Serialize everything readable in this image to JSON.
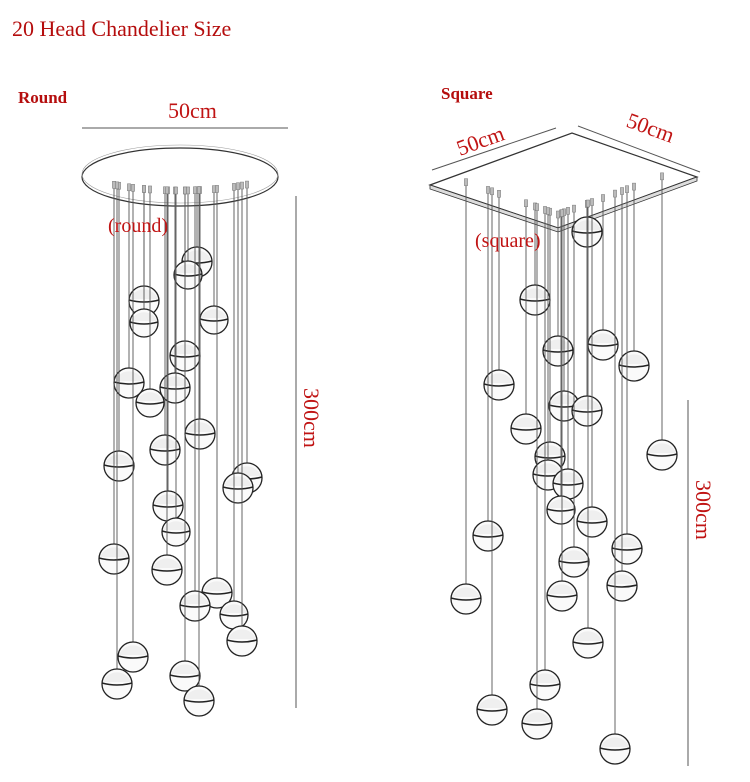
{
  "title": "20  Head Chandelier Size",
  "round": {
    "label": "Round",
    "width_dim": "50cm",
    "shape_note": "(round)",
    "height_dim": "300cm"
  },
  "square": {
    "label": "Square",
    "side_a_dim": "50cm",
    "side_b_dim": "50cm",
    "shape_note": "(square)",
    "height_dim": "300cm"
  },
  "colors": {
    "annotation": "#c01414",
    "line": "#444444"
  }
}
